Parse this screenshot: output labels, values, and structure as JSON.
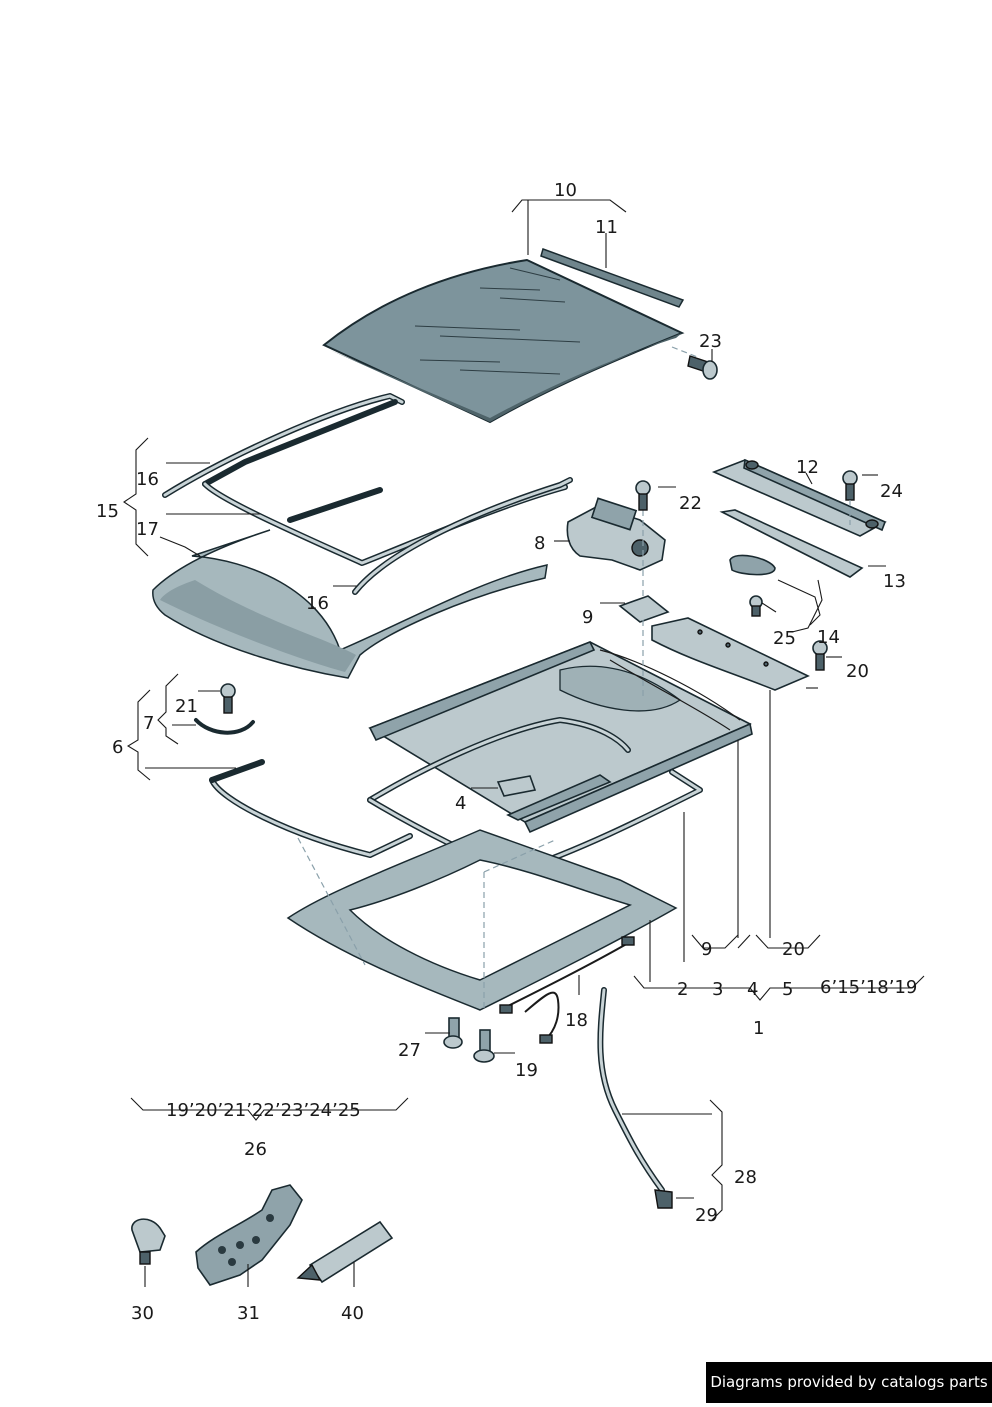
{
  "labels": {
    "l10": "10",
    "l11": "11",
    "l23a": "23",
    "l12": "12",
    "l24a": "24",
    "l22": "22",
    "l16a": "16",
    "l15": "15",
    "l17": "17",
    "l16b": "16",
    "l8": "8",
    "l13": "13",
    "l9a": "9",
    "l25a": "25",
    "l14": "14",
    "l20a": "20",
    "l21a": "21",
    "l7": "7",
    "l6a": "6",
    "l4a": "4",
    "l9b": "9",
    "l20b": "20",
    "l2": "2",
    "l3": "3",
    "l4b": "4",
    "l5": "5",
    "l6b": "6",
    "l15b": "15",
    "l18b": "18",
    "l19b": "19",
    "l1": "1",
    "l18": "18",
    "l27": "27",
    "l19": "19",
    "l19c": "19",
    "l20c": "20",
    "l21c": "21",
    "l22c": "22",
    "l23c": "23",
    "l24c": "24",
    "l25c": "25",
    "l26": "26",
    "l28": "28",
    "l29": "29",
    "l30": "30",
    "l31": "31",
    "l40": "40"
  },
  "apostrophe": "’",
  "footer": {
    "text": "Diagrams provided by catalogs parts"
  }
}
